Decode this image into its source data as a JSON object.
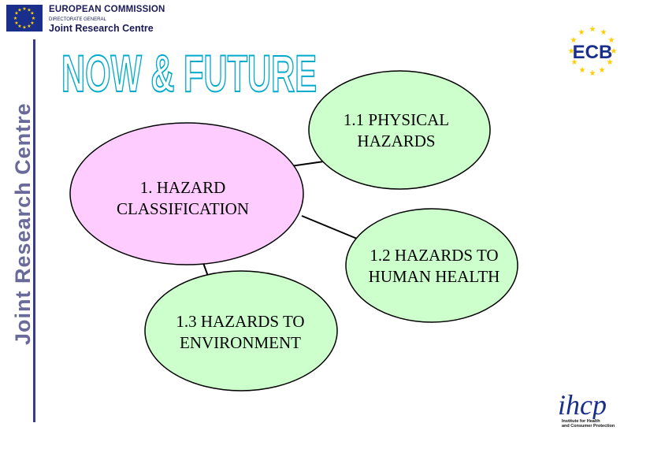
{
  "header": {
    "org_line1": "EUROPEAN COMMISSION",
    "org_line2": "DIRECTORATE GENERAL",
    "org_line3": "Joint Research Centre"
  },
  "side_label": "Joint Research Centre",
  "title": "NOW & FUTURE",
  "logos": {
    "ecb_text": "ECB",
    "ihcp_letters": "ihcp",
    "ihcp_caption": "Institute for Health\nand Consumer Protection"
  },
  "colors": {
    "center_node_fill": "#ffccff",
    "leaf_node_fill": "#ccffcc",
    "title_outline": "#00aacc",
    "jrc_blue": "#1a2f8c"
  },
  "diagram": {
    "center": {
      "line1": "1. HAZARD",
      "line2": "CLASSIFICATION"
    },
    "nodes": [
      {
        "line1": "1.1 PHYSICAL",
        "line2": "HAZARDS"
      },
      {
        "line1": "1.2 HAZARDS TO",
        "line2": "HUMAN HEALTH"
      },
      {
        "line1": "1.3 HAZARDS TO",
        "line2": "ENVIRONMENT"
      }
    ]
  }
}
